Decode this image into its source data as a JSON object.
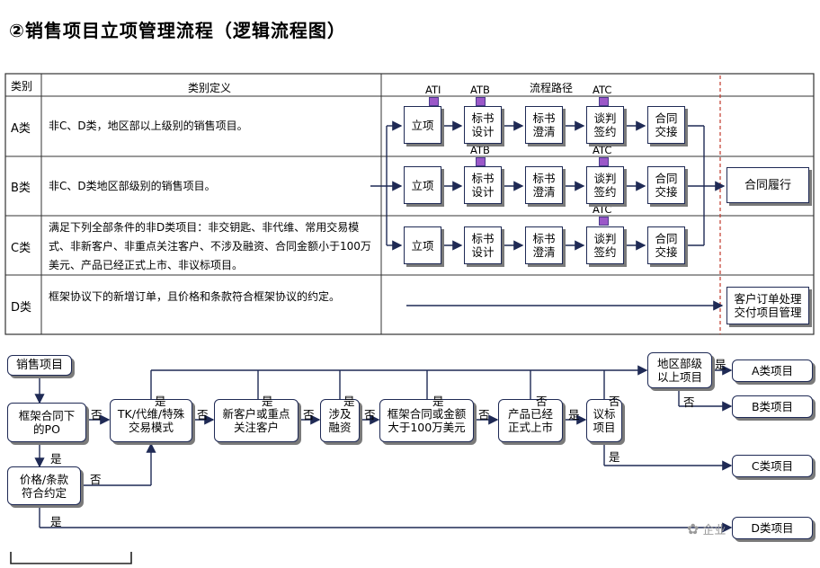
{
  "title": "②销售项目立项管理流程（逻辑流程图）",
  "table": {
    "col_category": "类别",
    "col_definition": "类别定义",
    "col_path": "流程路径",
    "rows": [
      {
        "cat": "A类",
        "def": "非C、D类，地区部以上级别的销售项目。"
      },
      {
        "cat": "B类",
        "def": "非C、D类地区部级别的销售项目。"
      },
      {
        "cat": "C类",
        "def": "满足下列全部条件的非D类项目：非交钥匙、非代维、常用交易模式、非新客户、非重点关注客户、不涉及融资、合同金额小于100万美元、产品已经正式上市、非议标项目。"
      },
      {
        "cat": "D类",
        "def": "框架协议下的新增订单，且价格和条款符合框架协议的约定。"
      }
    ],
    "steps": [
      "立项",
      "标书设计",
      "标书澄清",
      "谈判签约",
      "合同交接"
    ],
    "step_lines": [
      [
        "立项"
      ],
      [
        "标书",
        "设计"
      ],
      [
        "标书",
        "澄清"
      ],
      [
        "谈判",
        "签约"
      ],
      [
        "合同",
        "交接"
      ]
    ],
    "gates": {
      "ati": "ATI",
      "atb": "ATB",
      "atc": "ATC"
    },
    "end_contract": "合同履行",
    "end_order": [
      "客户订单处理",
      "交付项目管理"
    ]
  },
  "flow": {
    "start": "销售项目",
    "nodes": {
      "frame_po": [
        "框架合同下",
        "的PO"
      ],
      "price": [
        "价格/条款",
        "符合约定"
      ],
      "tk": [
        "TK/代维/特殊",
        "交易模式"
      ],
      "new_cust": [
        "新客户或重点",
        "关注客户"
      ],
      "finance": [
        "涉及",
        "融资"
      ],
      "amount": [
        "框架合同或金额",
        "大于100万美元"
      ],
      "launched": [
        "产品已经",
        "正式上市"
      ],
      "bid": [
        "议标",
        "项目"
      ],
      "region": [
        "地区部级",
        "以上项目"
      ]
    },
    "outcomes": {
      "a": "A类项目",
      "b": "B类项目",
      "c": "C类项目",
      "d": "D类项目"
    },
    "yes": "是",
    "no": "否"
  },
  "watermark": "企业"
}
